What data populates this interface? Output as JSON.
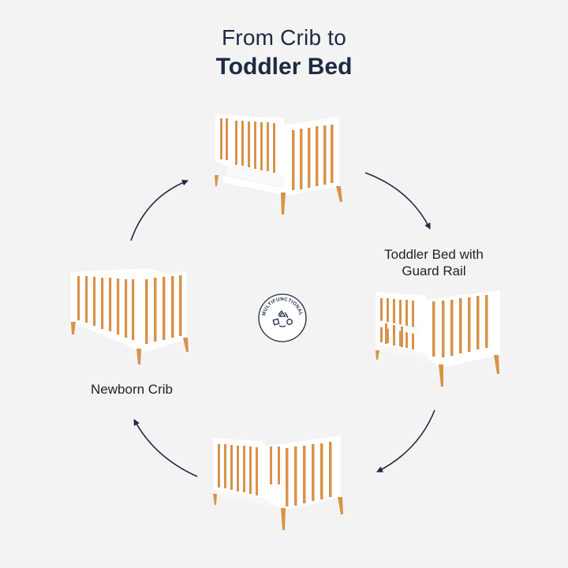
{
  "title": {
    "line1": "From Crib to",
    "line2": "Toddler Bed"
  },
  "stages": {
    "toddler_bed_rail": {
      "line1": "Toddler Bed with",
      "line2": "Guard Rail"
    },
    "newborn_crib": {
      "label": "Newborn Crib"
    }
  },
  "badge": {
    "text": "MULTIFUNCTIONAL",
    "icon": "recycle-cycle-icon"
  },
  "colors": {
    "background": "#f3f3f3",
    "navy": "#1d2a44",
    "wood": "#d9924a",
    "white_frame": "#ffffff"
  }
}
